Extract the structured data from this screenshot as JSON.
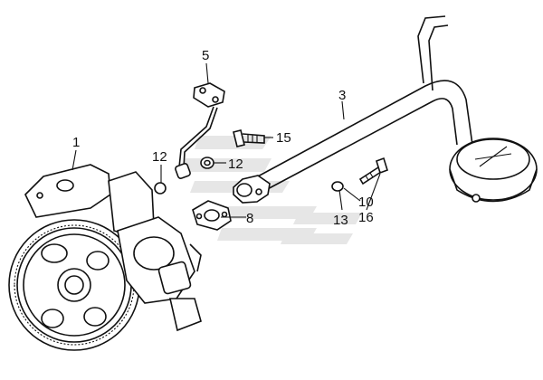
{
  "labels": {
    "l1": "1",
    "l3": "3",
    "l5": "5",
    "l8": "8",
    "l10": "10",
    "l12a": "12",
    "l12b": "12",
    "l13": "13",
    "l15": "15",
    "l16": "16"
  }
}
